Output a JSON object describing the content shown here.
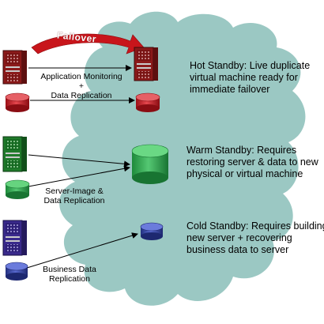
{
  "failover_label": "Failover",
  "labels": {
    "hot_replication": [
      "Application Monitoring",
      "+",
      "Data Replication"
    ],
    "warm_replication": [
      "Server-Image &",
      "Data Replication"
    ],
    "cold_replication": [
      "Business Data",
      "Replication"
    ]
  },
  "tiers": [
    {
      "name": "hot",
      "description": [
        "Hot Standby: Live duplicate",
        "virtual machine ready for",
        "immediate failover"
      ]
    },
    {
      "name": "warm",
      "description": [
        "Warm Standby: Requires",
        "restoring server & data to new",
        "physical or virtual machine"
      ]
    },
    {
      "name": "cold",
      "description": [
        "Cold Standby: Requires building",
        "new server + recovering",
        "business data to server"
      ]
    }
  ],
  "colors": {
    "cloud": "#9bc8c3",
    "server_red": "#8b1a1a",
    "server_green": "#1f7a2a",
    "server_blue": "#3a2a8c",
    "db_red": "#c0131b",
    "db_green": "#27a84a",
    "db_blue": "#2f3d9c",
    "failover_arrow": "#c8151b"
  },
  "icons": [
    "server-icon",
    "database-icon",
    "cloud-shape",
    "arrow"
  ]
}
